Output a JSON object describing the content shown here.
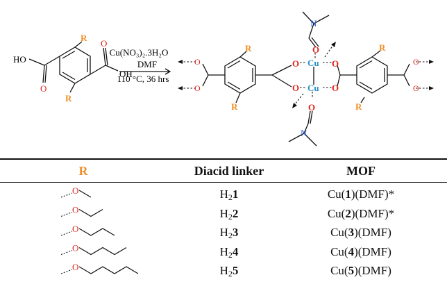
{
  "scheme": {
    "reagent": "Cu(NO₃)₂.3H₂O",
    "solvent": "DMF",
    "conditions": "110 °C, 36 hrs",
    "atoms": {
      "O": "O",
      "H": "H",
      "Cu": "Cu",
      "N": "N",
      "HO": "HO",
      "OH": "OH",
      "R": "R"
    }
  },
  "table": {
    "headers": {
      "r": "R",
      "linker": "Diacid linker",
      "mof": "MOF"
    },
    "rows": [
      {
        "linker_prefix": "H",
        "linker_sub": "2",
        "linker_num": "1",
        "mof_pre": "Cu(",
        "mof_num": "1",
        "mof_post": ")(DMF)*",
        "chain_length": 1
      },
      {
        "linker_prefix": "H",
        "linker_sub": "2",
        "linker_num": "2",
        "mof_pre": "Cu(",
        "mof_num": "2",
        "mof_post": ")(DMF)*",
        "chain_length": 2
      },
      {
        "linker_prefix": "H",
        "linker_sub": "2",
        "linker_num": "3",
        "mof_pre": "Cu(",
        "mof_num": "3",
        "mof_post": ")(DMF)",
        "chain_length": 3
      },
      {
        "linker_prefix": "H",
        "linker_sub": "2",
        "linker_num": "4",
        "mof_pre": "Cu(",
        "mof_num": "4",
        "mof_post": ")(DMF)",
        "chain_length": 4
      },
      {
        "linker_prefix": "H",
        "linker_sub": "2",
        "linker_num": "5",
        "mof_pre": "Cu(",
        "mof_num": "5",
        "mof_post": ")(DMF)",
        "chain_length": 5
      }
    ]
  },
  "colors": {
    "r_group": "#f0902a",
    "oxygen": "#e0241b",
    "copper": "#2e8fc9",
    "nitrogen": "#2255cc",
    "ink": "#111111"
  }
}
